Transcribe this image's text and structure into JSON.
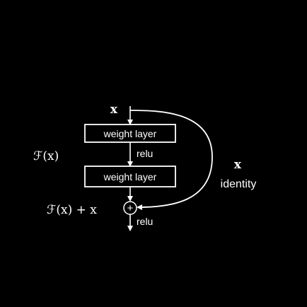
{
  "colors": {
    "background": "#000000",
    "foreground": "#ffffff"
  },
  "input": {
    "label": "x"
  },
  "layers": [
    {
      "label": "weight layer"
    },
    {
      "label": "weight layer"
    }
  ],
  "activations": {
    "middle": "relu",
    "output": "relu"
  },
  "residual": {
    "function_label": "ℱ(x)",
    "sum_label": "ℱ(x) + x",
    "sum_symbol": "+"
  },
  "shortcut": {
    "value_label": "x",
    "name_label": "identity"
  }
}
